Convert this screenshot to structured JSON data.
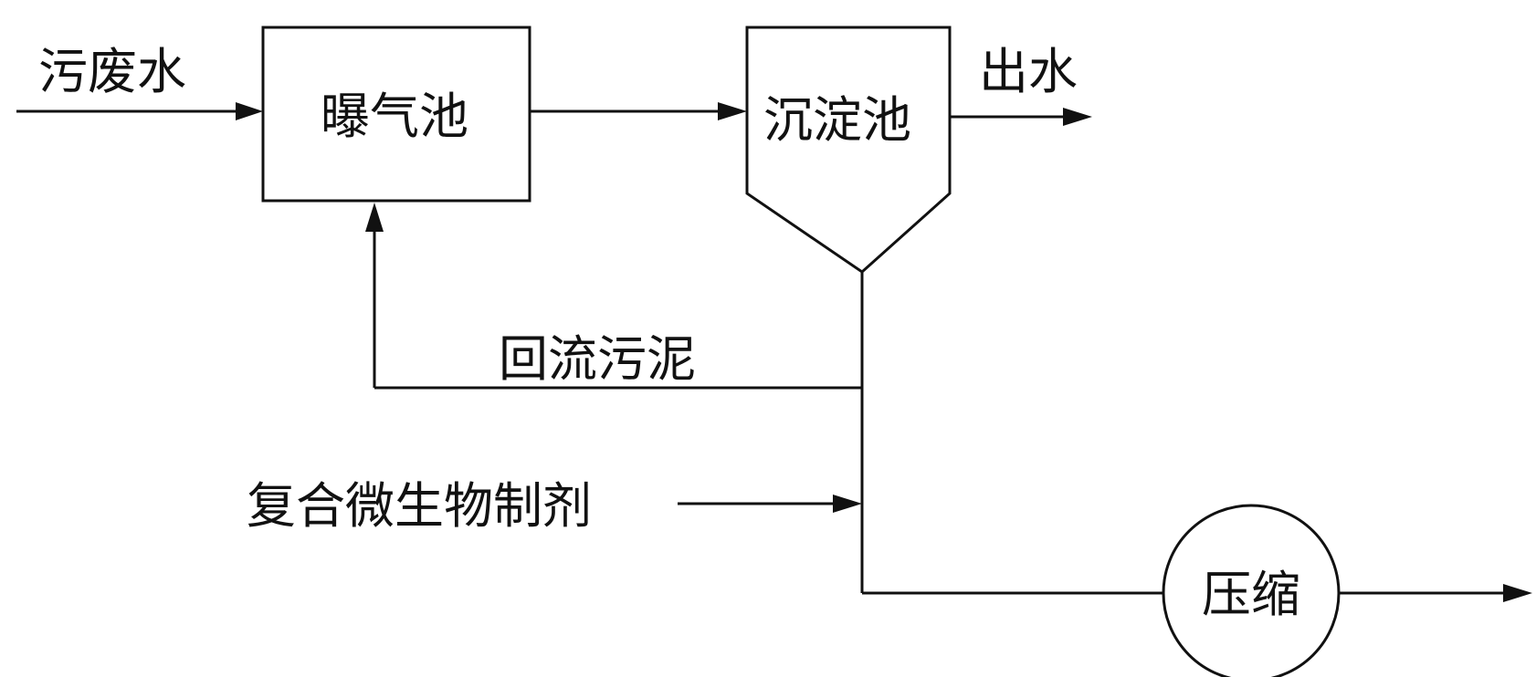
{
  "diagram": {
    "nodes": {
      "aeration_tank": "曝气池",
      "sedimentation_tank": "沉淀池",
      "compression": "压缩"
    },
    "labels": {
      "wastewater_in": "污废水",
      "effluent_out": "出水",
      "return_sludge": "回流污泥",
      "microbial_agent": "复合微生物制剂"
    },
    "colors": {
      "line": "#111111",
      "background": "#ffffff"
    }
  }
}
